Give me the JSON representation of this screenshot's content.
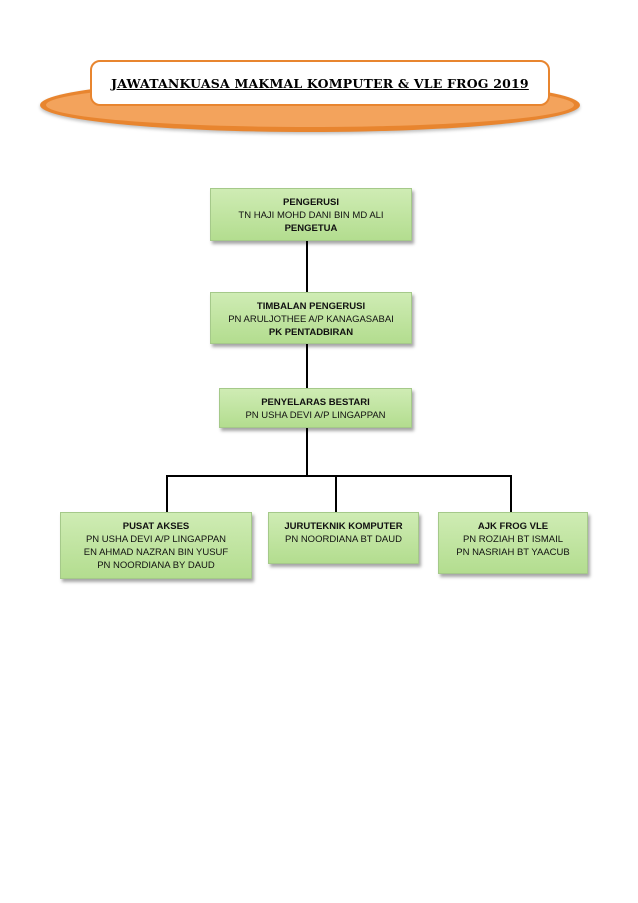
{
  "title": "JAWATANKUASA MAKMAL KOMPUTER & VLE FROG 2019",
  "nodes": {
    "pengerusi": {
      "role": "PENGERUSI",
      "name": "TN HAJI MOHD DANI BIN MD ALI",
      "position": "PENGETUA"
    },
    "timbalan": {
      "role": "TIMBALAN PENGERUSI",
      "name": "PN ARULJOTHEE A/P KANAGASABAI",
      "position": "PK PENTADBIRAN"
    },
    "penyelaras": {
      "role": "PENYELARAS BESTARI",
      "name": "PN USHA DEVI A/P LINGAPPAN"
    },
    "pusat_akses": {
      "role": "PUSAT AKSES",
      "members": [
        "PN USHA DEVI A/P LINGAPPAN",
        "EN AHMAD NAZRAN BIN YUSUF",
        "PN NOORDIANA BY DAUD"
      ]
    },
    "juruteknik": {
      "role": "JURUTEKNIK KOMPUTER",
      "members": [
        "PN NOORDIANA BT DAUD"
      ]
    },
    "ajk_frog": {
      "role": "AJK FROG VLE",
      "members": [
        "PN ROZIAH BT ISMAIL",
        "PN NASRIAH BT YAACUB"
      ]
    }
  }
}
